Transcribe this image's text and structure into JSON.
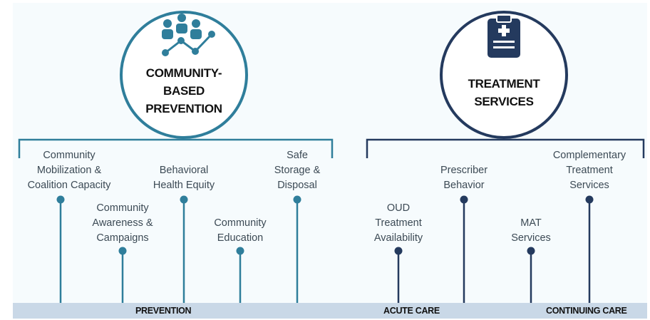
{
  "colors": {
    "background": "#f6fbfd",
    "prevention_teal": "#2f7e9b",
    "treatment_navy": "#243a5e",
    "band": "#c9d8e7",
    "label_text": "#3c4a55"
  },
  "prevention": {
    "heading": "COMMUNITY-\nBASED\nPREVENTION",
    "icon": "community-network-icon",
    "items": [
      {
        "label": "Community\nMobilization &\nCoalition Capacity"
      },
      {
        "label": "Community\nAwareness &\nCampaigns"
      },
      {
        "label": "Behavioral\nHealth Equity"
      },
      {
        "label": "Community\nEducation"
      },
      {
        "label": "Safe\nStorage &\nDisposal"
      }
    ]
  },
  "treatment": {
    "heading": "TREATMENT\nSERVICES",
    "icon": "clipboard-medical-icon",
    "items": [
      {
        "label": "OUD\nTreatment\nAvailability"
      },
      {
        "label": "Prescriber\nBehavior"
      },
      {
        "label": "MAT\nServices"
      },
      {
        "label": "Complementary\nTreatment\nServices"
      }
    ]
  },
  "band": {
    "prevention": "PREVENTION",
    "acute_care": "ACUTE CARE",
    "continuing_care": "CONTINUING CARE"
  }
}
